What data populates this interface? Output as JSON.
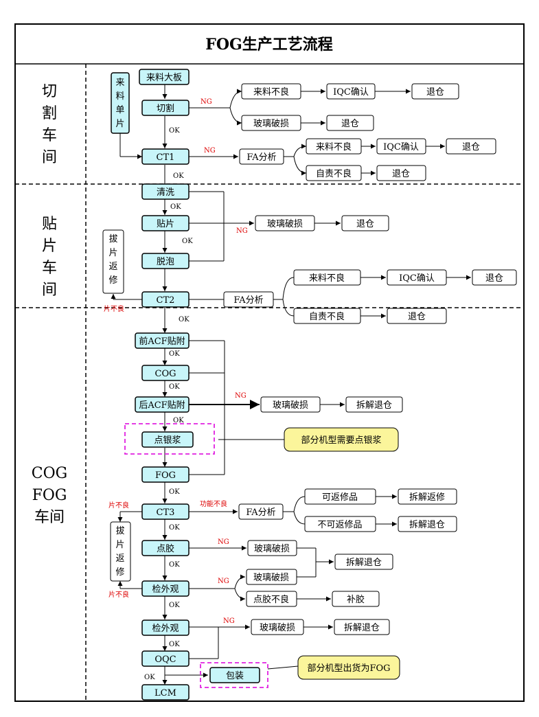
{
  "title": "FOG生产工艺流程",
  "sections": [
    {
      "id": "cut",
      "label": [
        "切",
        "割",
        "车",
        "间"
      ]
    },
    {
      "id": "attach",
      "label": [
        "贴",
        "片",
        "车",
        "间"
      ]
    },
    {
      "id": "cogfog",
      "label": [
        "COG",
        "FOG",
        "车间"
      ]
    }
  ],
  "process_steps": {
    "incoming_board": "来料大板",
    "cut": "切割",
    "incoming_single": [
      "来",
      "料",
      "单",
      "片"
    ],
    "ct1": "CT1",
    "clean": "清洗",
    "attach": "贴片",
    "defoam": "脱泡",
    "ct2": "CT2",
    "pre_acf": "前ACF贴附",
    "cog": "COG",
    "post_acf": "后ACF贴附",
    "silver": "点银浆",
    "fog": "FOG",
    "ct3": "CT3",
    "glue": "点胶",
    "inspect1": "检外观",
    "inspect2": "检外观",
    "oqc": "OQC",
    "pack": "包装",
    "lcm": "LCM"
  },
  "outcomes": {
    "incoming_bad": "来料不良",
    "iqc_confirm": "IQC确认",
    "return": "退仓",
    "glass_broken": "玻璃破损",
    "fa_analysis": "FA分析",
    "self_bad": "自责不良",
    "disassemble_return": "拆解退仓",
    "repairable": "可返修品",
    "disassemble_repair": "拆解返修",
    "not_repairable": "不可返修品",
    "glue_bad": "点胶不良",
    "reglue": "补胶",
    "rework": [
      "拔",
      "片",
      "返",
      "修"
    ]
  },
  "edge_labels": {
    "ok": "OK",
    "ng": "NG",
    "piece_bad": "片不良",
    "function_bad": "功能不良"
  },
  "callouts": {
    "silver_note": "部分机型需要点银浆",
    "ship_note": "部分机型出货为FOG"
  },
  "colors": {
    "process_fill": "#c8f5f9",
    "callout_fill": "#fbf59b",
    "dashed_highlight": "#e020e0",
    "ng_text": "#dd0000"
  }
}
